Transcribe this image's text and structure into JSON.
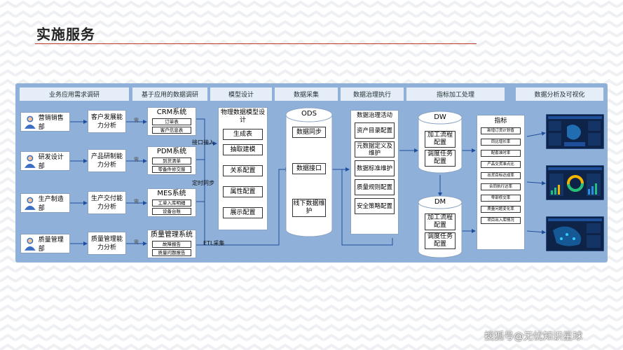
{
  "title": "实施服务",
  "columns": [
    "业务应用需求调研",
    "基于应用的数据调研",
    "模型设计",
    "数据采集",
    "数据治理执行",
    "指标加工处理",
    "数据分析及可视化"
  ],
  "departments": [
    {
      "name": "营销销售部",
      "capability": "客户发展能力分析"
    },
    {
      "name": "研发设计部",
      "capability": "产品研制能力分析"
    },
    {
      "name": "生产制造部",
      "capability": "生产交付能力分析"
    },
    {
      "name": "质量管理部",
      "capability": "质量管理能力分析"
    }
  ],
  "tag_chars": [
    "需",
    "需",
    "需",
    "需"
  ],
  "systems": [
    {
      "name": "CRM系统",
      "items": [
        "订单表",
        "客户信息表"
      ]
    },
    {
      "name": "PDM系统",
      "items": [
        "到货清单",
        "零备件修交服"
      ]
    },
    {
      "name": "MES系统",
      "items": [
        "工单入库明细",
        "设备台账"
      ]
    },
    {
      "name": "质量管理系统",
      "items": [
        "故障报告",
        "质量问题报告"
      ]
    }
  ],
  "connector_labels": {
    "api": "接口接入",
    "sync": "定时同步",
    "etl": "ETL采集"
  },
  "model_design": {
    "heading": "物理数据模型设计",
    "items": [
      "生成表",
      "抽取建模",
      "关系配置",
      "属性配置",
      "展示配置"
    ]
  },
  "ods": {
    "label": "ODS",
    "items": [
      "数据同步",
      "数据接口",
      "线下数据维护"
    ]
  },
  "governance": {
    "heading": "数据治理活动",
    "items": [
      "资产目录配置",
      "元数据定义及维护",
      "数据标准维护",
      "质量规则配置",
      "安全策略配置"
    ]
  },
  "dw": {
    "label": "DW",
    "items": [
      "加工流程配置",
      "调度任务配置"
    ]
  },
  "dm": {
    "label": "DM",
    "items": [
      "加工流程配置",
      "调度任务配置"
    ]
  },
  "metrics": {
    "heading": "指标",
    "items": [
      "新增订货计划值",
      "同比增长率",
      "配套准时率",
      "产品交货准点比",
      "出货目标达成率",
      "合同执行达率",
      "零部修交率",
      "质量问题变化率",
      "项目出入库情况"
    ]
  },
  "watermark": "搜狐号@无忧知识星球",
  "colors": {
    "accent_red": "#c0392b",
    "panel": "#8fb0d8",
    "header": "#e4edf8",
    "dashboard_bg": "#0d2347"
  }
}
